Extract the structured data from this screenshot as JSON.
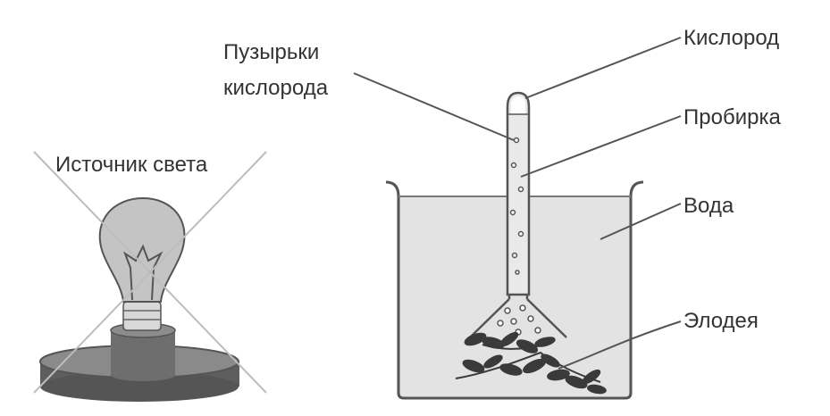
{
  "labels": {
    "light_source": "Источник света",
    "oxygen_bubbles_line1": "Пузырьки",
    "oxygen_bubbles_line2": "кислорода",
    "oxygen": "Кислород",
    "test_tube": "Пробирка",
    "water": "Вода",
    "elodea": "Элодея"
  },
  "colors": {
    "line": "#555555",
    "water": "#e3e3e3",
    "bulb_glass": "#c4c4c4",
    "base": "#7a7a7a",
    "base_dark": "#5e5e5e",
    "plant": "#3a3a3a",
    "cross": "#bdbdbd"
  },
  "states": {
    "light_source_crossed_out": true
  }
}
